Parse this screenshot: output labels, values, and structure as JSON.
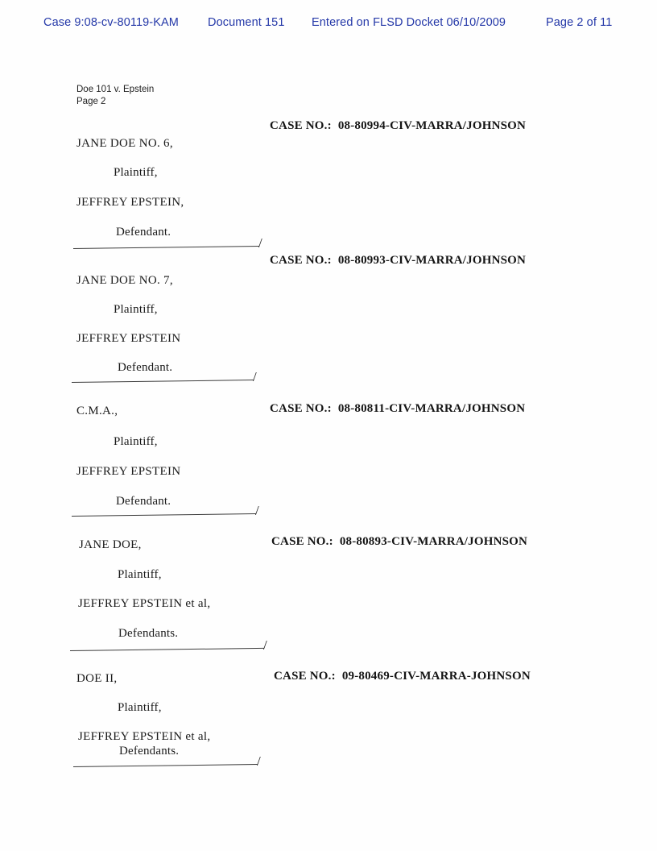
{
  "docket_header": {
    "case_id": "Case 9:08-cv-80119-KAM",
    "document_label": "Document 151",
    "entered_label": "Entered on FLSD Docket 06/10/2009",
    "page_label": "Page 2 of 11",
    "text_color": "#2438a8"
  },
  "caption_note": {
    "case_short_title": "Doe 101 v. Epstein",
    "page_number": "Page 2"
  },
  "case_no_label": "CASE NO.:",
  "separator_glyph": "/",
  "cases": [
    {
      "case_no": "08-80994-CIV-MARRA/JOHNSON",
      "plaintiff": "JANE DOE NO. 6,",
      "plaintiff_role": "Plaintiff,",
      "defendant": "JEFFREY EPSTEIN,",
      "defendant_role": "Defendant."
    },
    {
      "case_no": "08-80993-CIV-MARRA/JOHNSON",
      "plaintiff": "JANE DOE NO. 7,",
      "plaintiff_role": "Plaintiff,",
      "defendant": "JEFFREY EPSTEIN",
      "defendant_role": "Defendant."
    },
    {
      "case_no": "08-80811-CIV-MARRA/JOHNSON",
      "plaintiff": "C.M.A.,",
      "plaintiff_role": "Plaintiff,",
      "defendant": "JEFFREY EPSTEIN",
      "defendant_role": "Defendant."
    },
    {
      "case_no": "08-80893-CIV-MARRA/JOHNSON",
      "plaintiff": "JANE DOE,",
      "plaintiff_role": "Plaintiff,",
      "defendant": "JEFFREY EPSTEIN et al,",
      "defendant_role": "Defendants."
    },
    {
      "case_no": "09-80469-CIV-MARRA-JOHNSON",
      "plaintiff": "DOE II,",
      "plaintiff_role": "Plaintiff,",
      "defendant": "JEFFREY EPSTEIN et al,",
      "defendant_role": "Defendants."
    }
  ]
}
